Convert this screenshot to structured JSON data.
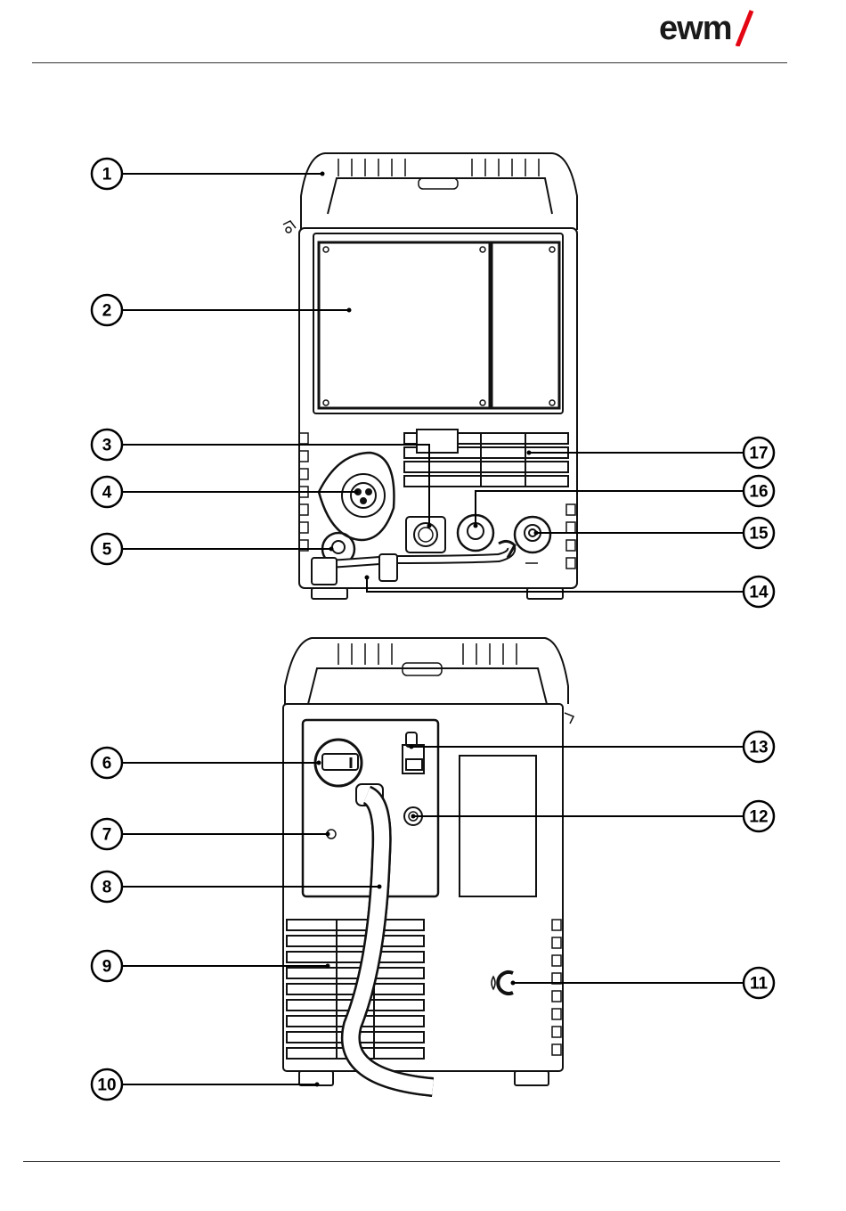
{
  "header": {
    "logo_text": "ewm",
    "logo_color": "#1a1a1a",
    "logo_accent": "#e30613"
  },
  "callouts": [
    {
      "id": "1",
      "label": "1"
    },
    {
      "id": "2",
      "label": "2"
    },
    {
      "id": "3",
      "label": "3"
    },
    {
      "id": "4",
      "label": "4"
    },
    {
      "id": "5",
      "label": "5"
    },
    {
      "id": "6",
      "label": "6"
    },
    {
      "id": "7",
      "label": "7"
    },
    {
      "id": "8",
      "label": "8"
    },
    {
      "id": "9",
      "label": "9"
    },
    {
      "id": "10",
      "label": "10"
    },
    {
      "id": "11",
      "label": "11"
    },
    {
      "id": "12",
      "label": "12"
    },
    {
      "id": "13",
      "label": "13"
    },
    {
      "id": "14",
      "label": "14"
    },
    {
      "id": "15",
      "label": "15"
    },
    {
      "id": "16",
      "label": "16"
    },
    {
      "id": "17",
      "label": "17"
    }
  ]
}
